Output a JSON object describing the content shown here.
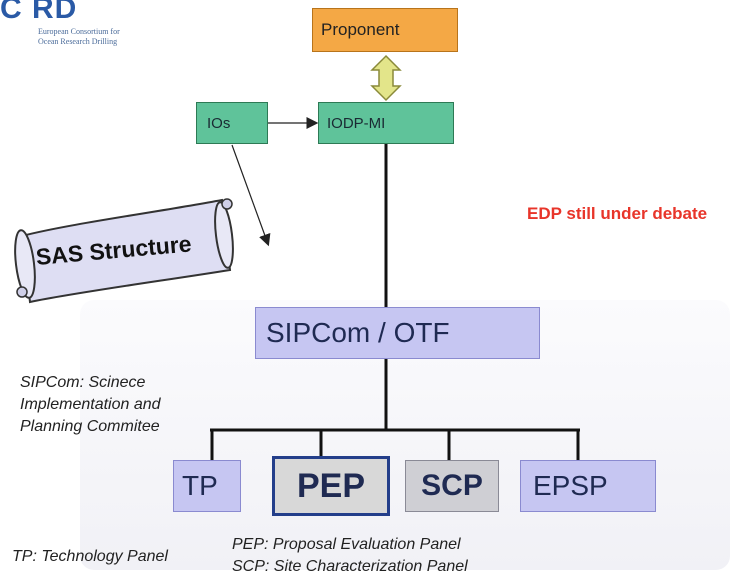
{
  "logo": {
    "mark": "C RD",
    "subtitle_line1": "European Consortium for",
    "subtitle_line2": "Ocean Research Drilling"
  },
  "boxes": {
    "proponent": "Proponent",
    "ios": "IOs",
    "iodp_mi": "IODP-MI",
    "sipcom": "SIPCom / OTF",
    "tp": "TP",
    "pep": "PEP",
    "scp": "SCP",
    "epsp": "EPSP"
  },
  "scroll_title": "SAS Structure",
  "edp_note": "EDP still under debate",
  "notes": {
    "sipcom": [
      "SIPCom: Scinece",
      "Implementation and",
      "Planning Commitee"
    ],
    "tp": "TP: Technology Panel",
    "pep": "PEP: Proposal Evaluation Panel",
    "scp": "SCP: Site Characterization Panel"
  },
  "colors": {
    "proponent": "#f4a845",
    "green_box": "#5fc39a",
    "lavender_box": "#c6c6f2",
    "edp_red": "#e8352a",
    "arrow_fill": "#e3e58a"
  }
}
